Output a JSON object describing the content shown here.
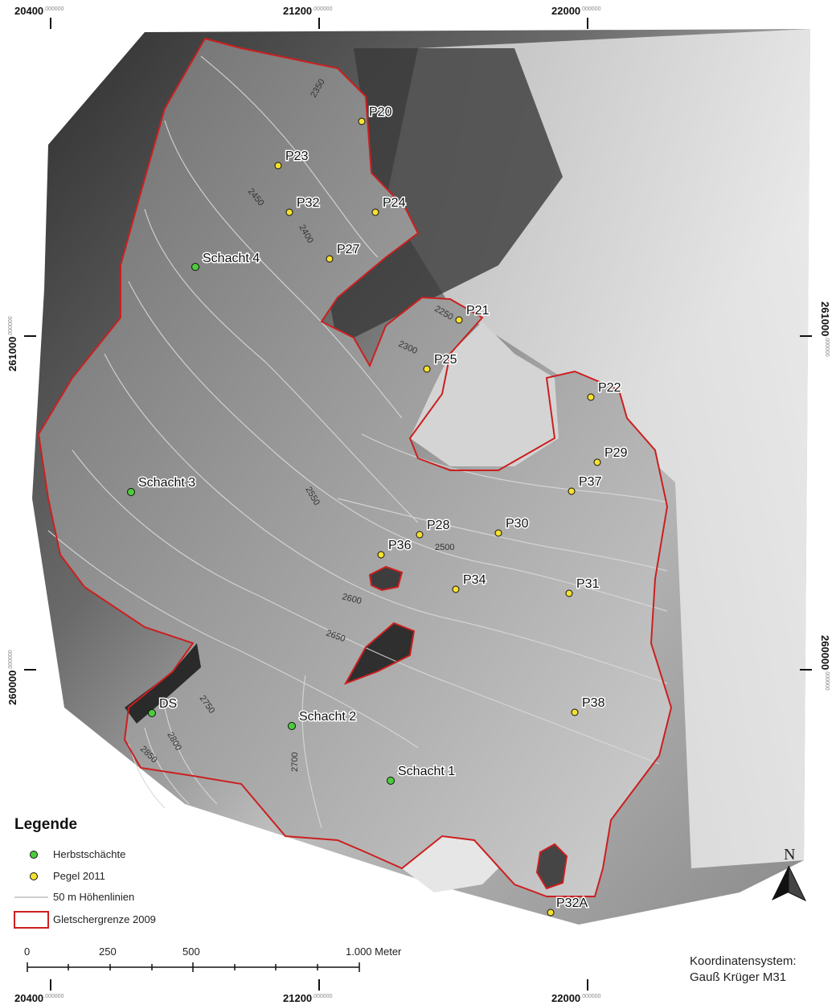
{
  "grid": {
    "x_top": [
      {
        "main": "20400",
        "dec": ".000000"
      },
      {
        "main": "21200",
        "dec": ".000000"
      },
      {
        "main": "22000",
        "dec": ".000000"
      }
    ],
    "x_bottom": [
      {
        "main": "20400",
        "dec": ".000000"
      },
      {
        "main": "21200",
        "dec": ".000000"
      },
      {
        "main": "22000",
        "dec": ".000000"
      }
    ],
    "y_left": [
      {
        "main": "261000",
        "dec": ".000000"
      },
      {
        "main": "260000",
        "dec": ".000000"
      }
    ],
    "y_right": [
      {
        "main": "261000",
        "dec": ".000000"
      },
      {
        "main": "260000",
        "dec": ".000000"
      }
    ]
  },
  "colors": {
    "outline": "#cc1f1f",
    "herbst": "#4ccc3c",
    "pegel": "#f5e12e",
    "contour": "#d8d8d8"
  },
  "points": {
    "herbst": [
      {
        "label": "Schacht 4"
      },
      {
        "label": "Schacht 3"
      },
      {
        "label": "DS"
      },
      {
        "label": "Schacht 2"
      },
      {
        "label": "Schacht 1"
      }
    ],
    "pegel": [
      {
        "label": "P20"
      },
      {
        "label": "P23"
      },
      {
        "label": "P32"
      },
      {
        "label": "P24"
      },
      {
        "label": "P27"
      },
      {
        "label": "P21"
      },
      {
        "label": "P25"
      },
      {
        "label": "P22"
      },
      {
        "label": "P29"
      },
      {
        "label": "P37"
      },
      {
        "label": "P28"
      },
      {
        "label": "P30"
      },
      {
        "label": "P36"
      },
      {
        "label": "P34"
      },
      {
        "label": "P31"
      },
      {
        "label": "P38"
      },
      {
        "label": "P32A"
      }
    ]
  },
  "contour_labels": [
    "2350",
    "2450",
    "2400",
    "2250",
    "2300",
    "2550",
    "2500",
    "2600",
    "2650",
    "2750",
    "2800",
    "2850",
    "2700"
  ],
  "legend": {
    "title": "Legende",
    "items": [
      {
        "label": "Herbstschächte"
      },
      {
        "label": "Pegel 2011"
      },
      {
        "label": "50 m Höhenlinien"
      },
      {
        "label": "Gletschergrenze 2009"
      }
    ]
  },
  "scale_bar": {
    "labels": [
      "0",
      "250",
      "500",
      "1.000 Meter"
    ]
  },
  "north_label": "N",
  "coordinate_system": {
    "line1": "Koordinatensystem:",
    "line2": "Gauß Krüger M31"
  }
}
